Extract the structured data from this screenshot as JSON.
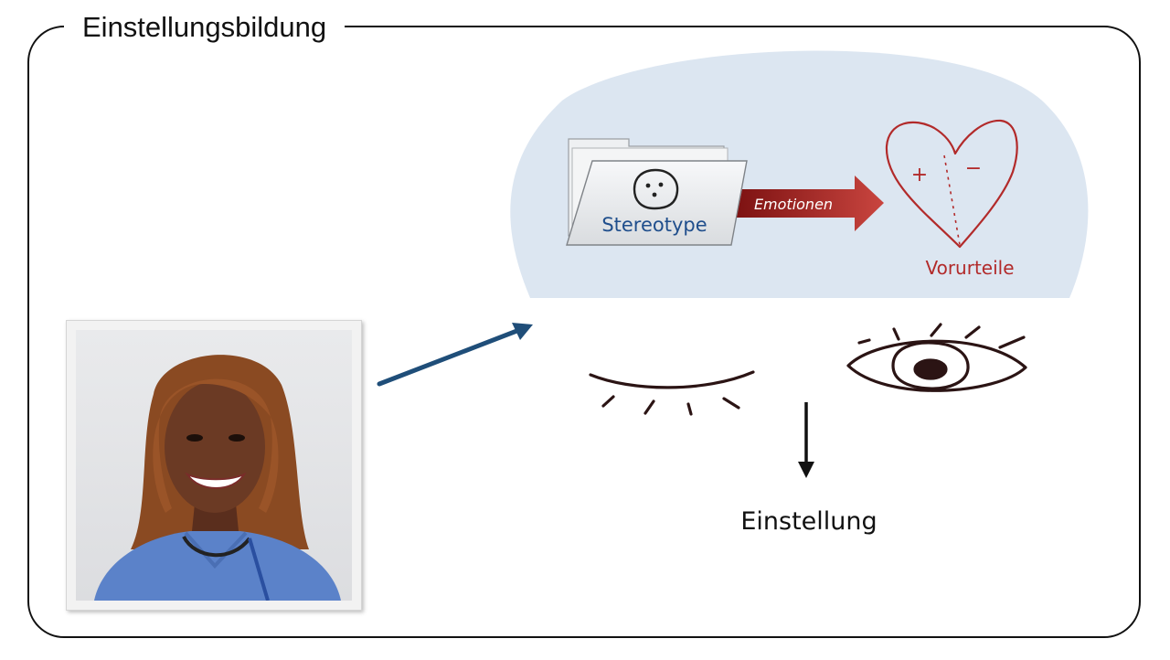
{
  "title": "Einstellungsbildung",
  "labels": {
    "stereotype": "Stereotype",
    "emotionen": "Emotionen",
    "vorurteile": "Vorurteile",
    "einstellung": "Einstellung",
    "heart_plus": "+",
    "heart_minus": "−"
  },
  "colors": {
    "bubble": "#dce6f1",
    "stereotype_text": "#1f4e8c",
    "red": "#b22a2a",
    "arrow_blue": "#1f4e79",
    "ink": "#111111"
  },
  "icons": [
    "folder-icon",
    "face-icon",
    "heart-icon",
    "closed-eye-icon",
    "open-eye-icon",
    "arrow-right-icon",
    "arrow-down-icon"
  ]
}
